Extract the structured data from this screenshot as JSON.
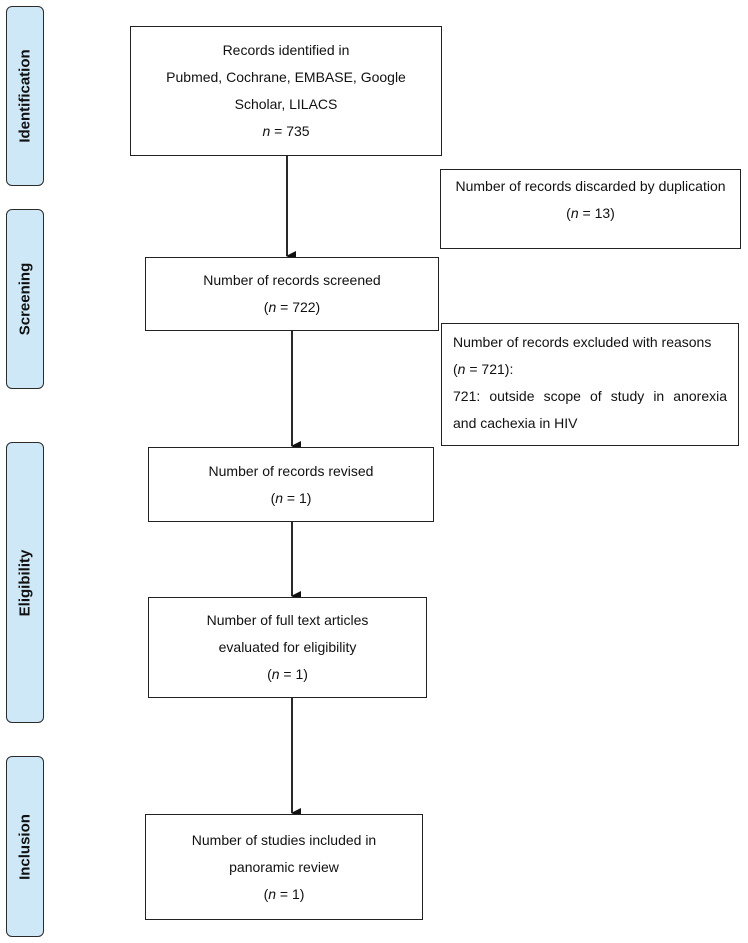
{
  "stages": {
    "identification": "Identification",
    "screening": "Screening",
    "eligibility": "Eligibility",
    "inclusion": "Inclusion"
  },
  "n_symbol": "n",
  "identified": {
    "line1": "Records identified in",
    "line2": "Pubmed, Cochrane, EMBASE, Google",
    "line3": "Scholar, LILACS",
    "count": " = 735"
  },
  "duplicates": {
    "line1": "Number of records discarded by duplication",
    "open": "(",
    "count": " = 13)"
  },
  "screened": {
    "line1": "Number of records screened",
    "open": "(",
    "count": " = 722)"
  },
  "excluded": {
    "line1": "Number of records excluded with reasons",
    "open": "(",
    "count": " = 721):",
    "line3": "721: outside scope of study in anorexia",
    "line4": "and cachexia in HIV"
  },
  "revised": {
    "line1": "Number of records revised",
    "open": "(",
    "count": " = 1)"
  },
  "fulltext": {
    "line1": "Number of full text articles",
    "line2": "evaluated for eligibility",
    "open": "(",
    "count": " = 1)"
  },
  "included": {
    "line1": "Number of studies included in",
    "line2": "panoramic review",
    "open": "(",
    "count": " = 1)"
  }
}
